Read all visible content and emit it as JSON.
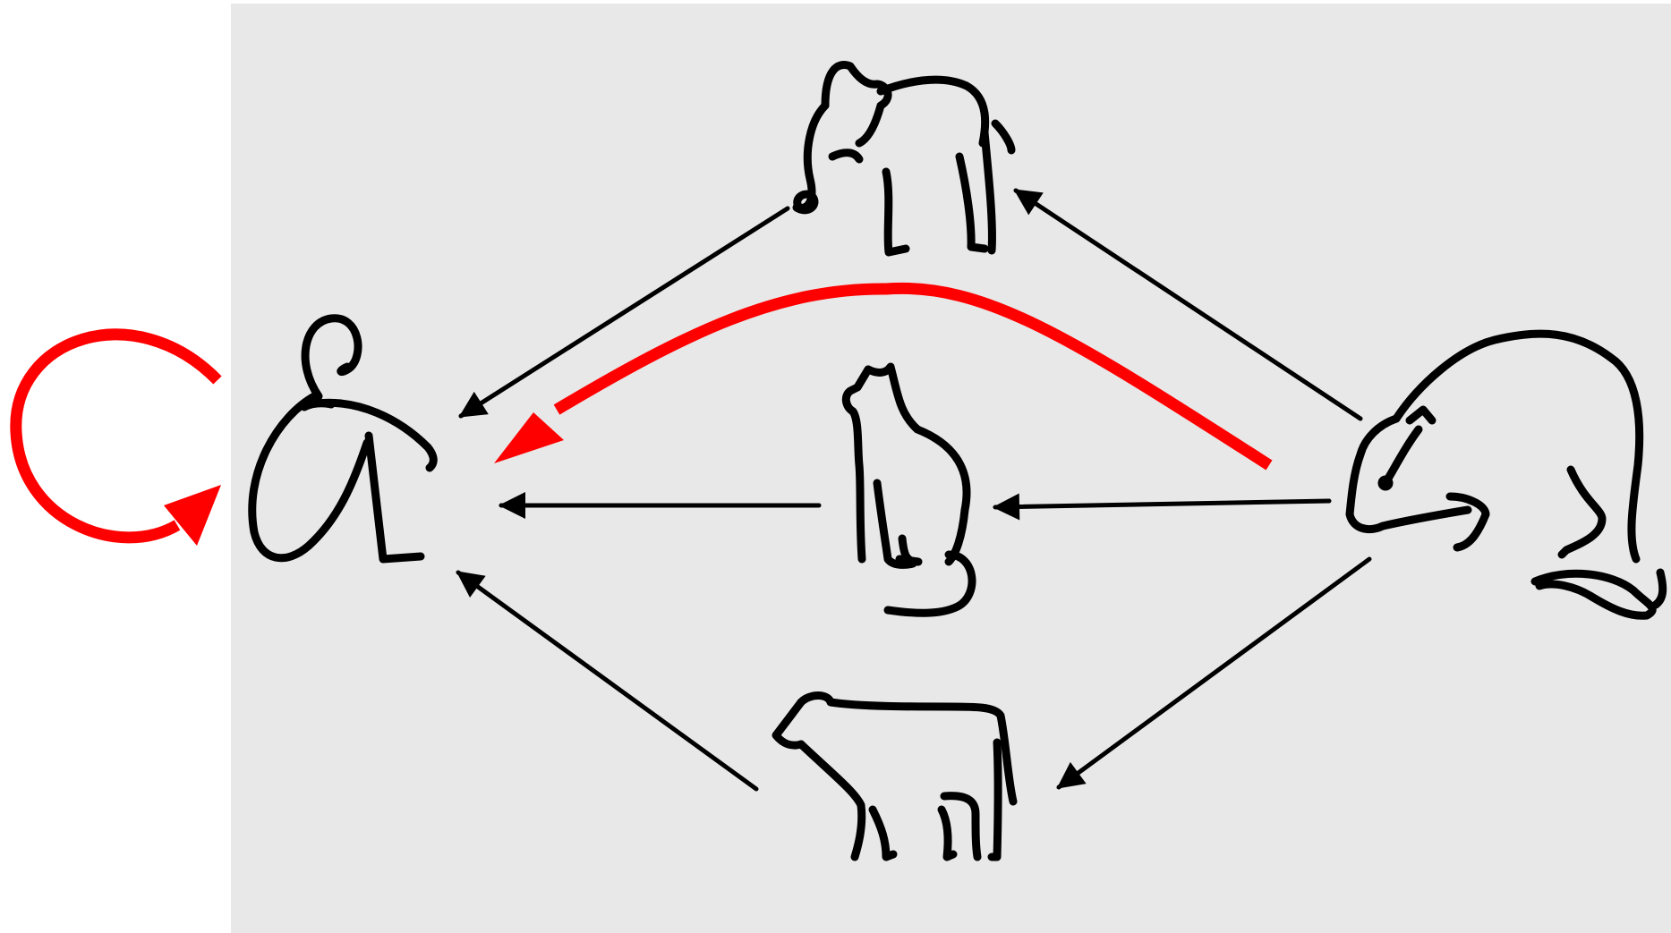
{
  "diagram": {
    "background_color": "#e8e8e8",
    "page_color": "#ffffff",
    "edge_color": "#000000",
    "highlight_color": "#ff0000",
    "nodes": [
      {
        "id": "human",
        "icon": "human-sketch-icon"
      },
      {
        "id": "elephant",
        "icon": "elephant-sketch-icon"
      },
      {
        "id": "cat",
        "icon": "cat-sketch-icon"
      },
      {
        "id": "cow",
        "icon": "cow-sketch-icon"
      },
      {
        "id": "rat",
        "icon": "rat-sketch-icon"
      }
    ],
    "edges": [
      {
        "from": "elephant",
        "to": "human",
        "style": "black"
      },
      {
        "from": "cat",
        "to": "human",
        "style": "black"
      },
      {
        "from": "cow",
        "to": "human",
        "style": "black"
      },
      {
        "from": "rat",
        "to": "elephant",
        "style": "black"
      },
      {
        "from": "rat",
        "to": "cat",
        "style": "black"
      },
      {
        "from": "rat",
        "to": "cow",
        "style": "black"
      },
      {
        "from": "rat",
        "to": "human",
        "style": "red"
      },
      {
        "from": "human",
        "to": "human",
        "style": "red"
      }
    ]
  }
}
